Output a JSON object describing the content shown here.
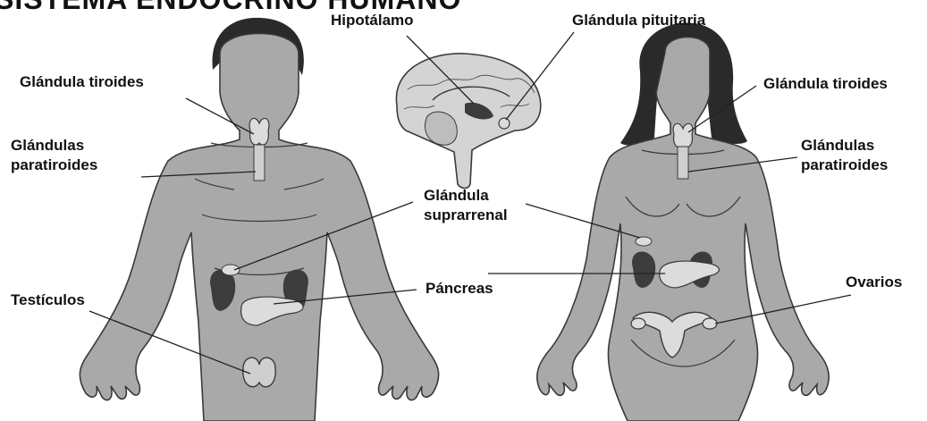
{
  "title": "SISTEMA ENDOCRINO HUMANO",
  "labels": {
    "hipotalamo": "Hipotálamo",
    "pituitaria": "Glándula pituitaria",
    "tiroides_male": "Glándula tiroides",
    "paratiroides_male": "Glándulas\nparatiroides",
    "testiculos": "Testículos",
    "suprarrenal": "Glándula\nsuprarrenal",
    "pancreas": "Páncreas",
    "tiroides_female": "Glándula tiroides",
    "paratiroides_female": "Glándulas\nparatiroides",
    "ovarios": "Ovarios"
  },
  "colors": {
    "skin": "#a9a9a9",
    "outline": "#3a3a3a",
    "hair": "#2a2a2a",
    "organ_dark": "#3c3c3c",
    "organ_light": "#dcdcdc",
    "text": "#111111"
  }
}
